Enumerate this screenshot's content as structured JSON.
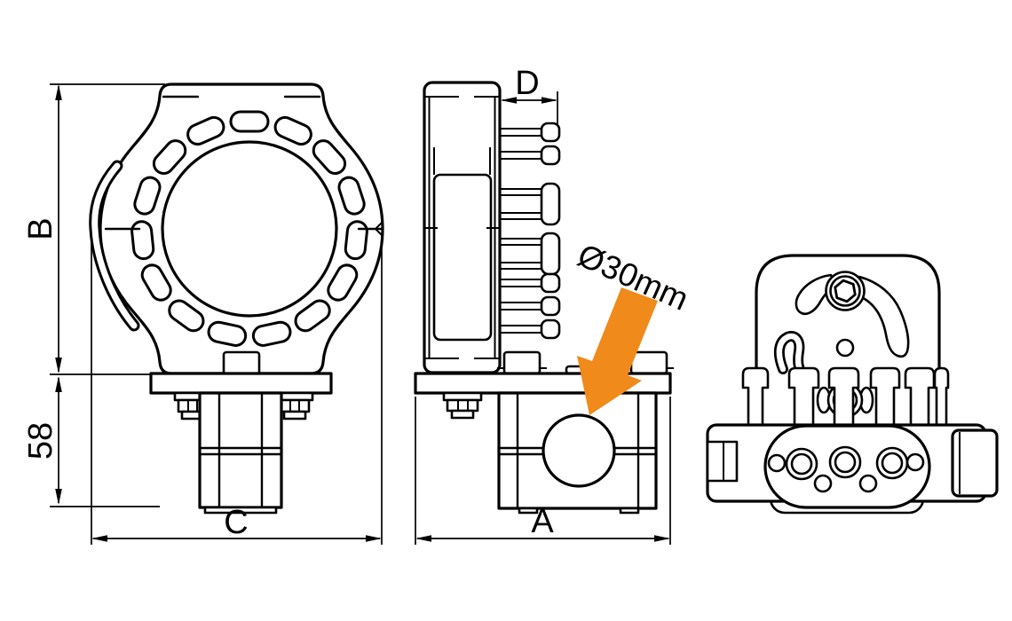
{
  "page": {
    "background": "#ffffff"
  },
  "colors": {
    "line": "#000000",
    "accent": "#F08A1A",
    "background": "#ffffff"
  },
  "drawing": {
    "callout": {
      "text": "Ø30mm"
    },
    "dimensions": {
      "upper_height": {
        "label": "B"
      },
      "lower_height": {
        "label": "58"
      },
      "front_width": {
        "label": "C"
      },
      "fin_depth": {
        "label": "D"
      },
      "side_width": {
        "label": "A"
      }
    }
  }
}
